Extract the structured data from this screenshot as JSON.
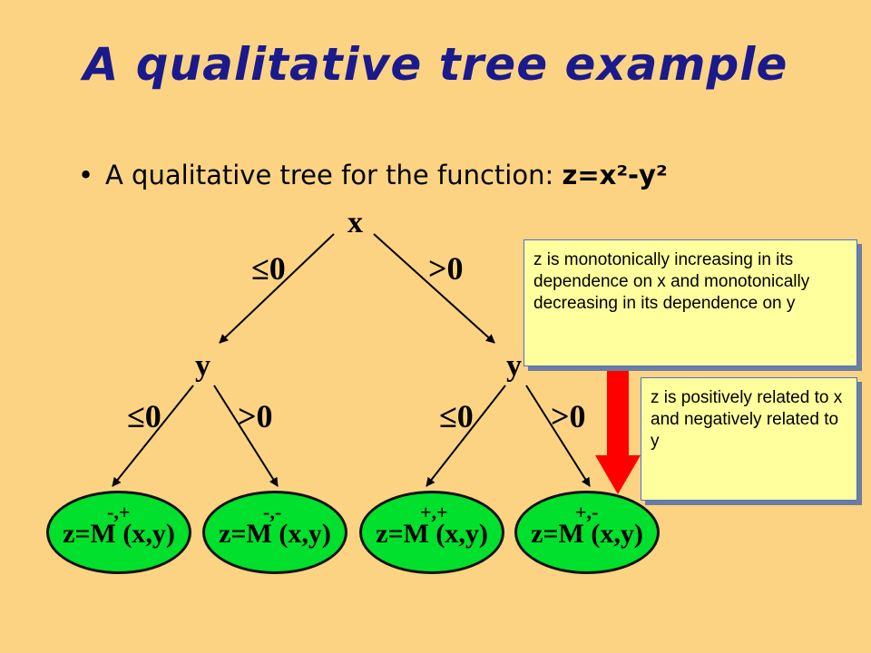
{
  "title": "A qualitative tree example",
  "bullet": {
    "text": "A qualitative tree for the function: ",
    "function": "z=x²-y²"
  },
  "tree": {
    "root": {
      "label": "x"
    },
    "root_edges": {
      "left": "≤0",
      "right": ">0"
    },
    "children": [
      {
        "label": "y",
        "edges": {
          "left": "≤0",
          "right": ">0"
        }
      },
      {
        "label": "y",
        "edges": {
          "left": "≤0",
          "right": ">0"
        }
      }
    ],
    "leaves": [
      {
        "expression": "z=M (x,y)",
        "signs": "-,+"
      },
      {
        "expression": "z=M (x,y)",
        "signs": "-,-"
      },
      {
        "expression": "z=M (x,y)",
        "signs": "+,+"
      },
      {
        "expression": "z=M (x,y)",
        "signs": "+,-"
      }
    ]
  },
  "callouts": {
    "top": "z is monotonically increasing in its dependence on x and monotonically decreasing in its dependence on y",
    "bottom": "z is positively related to x and negatively related to y"
  },
  "colors": {
    "background": "#FCD383",
    "title": "#1A1A8C",
    "leaf_fill": "#00E02C",
    "callout_fill": "#FFFF9E",
    "arrow": "#FF0000"
  },
  "icons": {
    "pointer": "red-down-arrow-icon"
  }
}
